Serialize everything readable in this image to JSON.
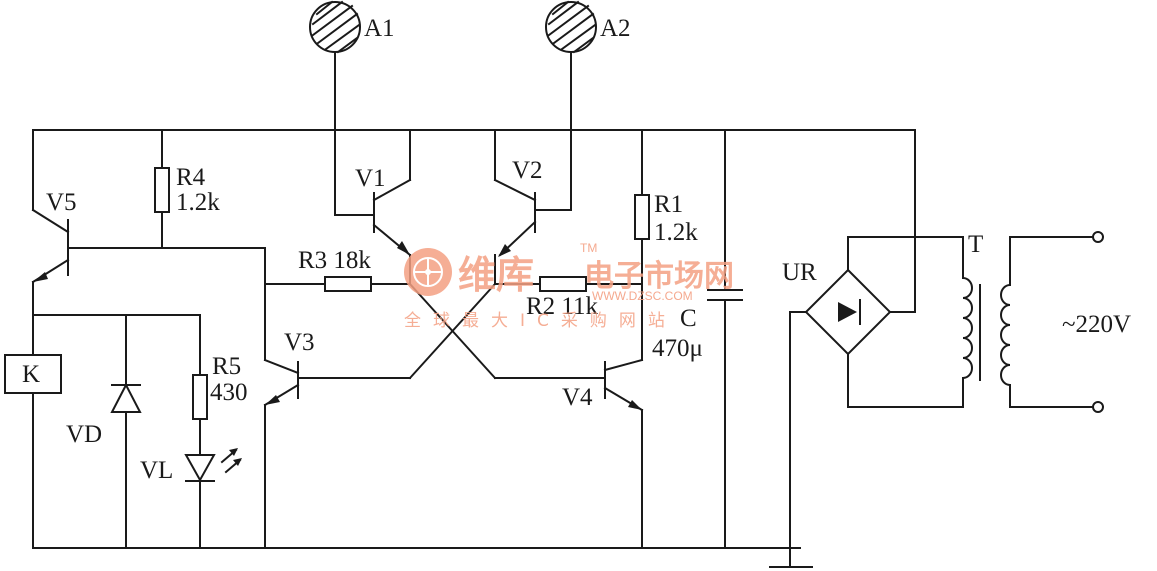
{
  "labels": {
    "a1": "A1",
    "a2": "A2",
    "v1": "V1",
    "v2": "V2",
    "v3": "V3",
    "v4": "V4",
    "v5": "V5",
    "r1_name": "R1",
    "r1_value": "1.2k",
    "r2": "R2 11k",
    "r3": "R3 18k",
    "r4_name": "R4",
    "r4_value": "1.2k",
    "r5_name": "R5",
    "r5_value": "430",
    "c_name": "C",
    "c_value": "470μ",
    "k": "K",
    "vd": "VD",
    "vl": "VL",
    "ur": "UR",
    "t": "T",
    "mains": "~220V"
  },
  "watermark": {
    "brand_cn": "维库",
    "tm": "TM",
    "tagline_cn": "电子市场网",
    "url": "WWW.DZSC.COM",
    "slogan": "全球最大IC采购网站"
  },
  "colors": {
    "ink": "#1a1a1a",
    "watermark": "#f4a083"
  }
}
